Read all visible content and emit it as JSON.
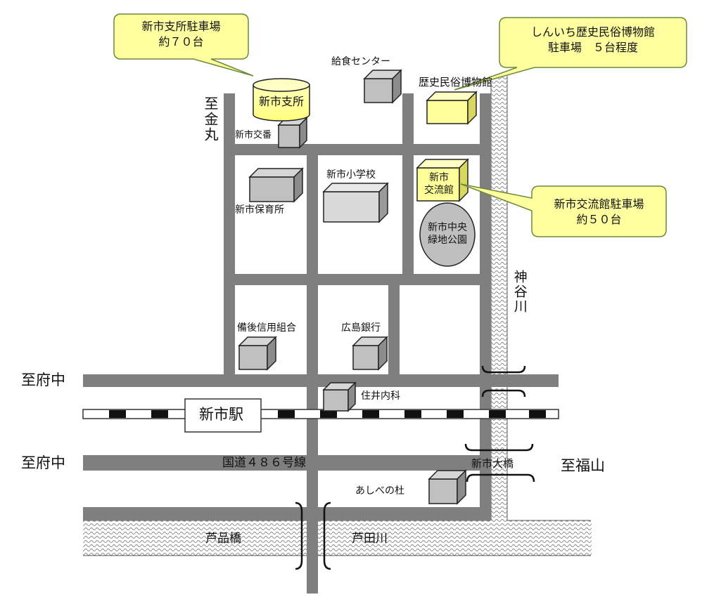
{
  "labels": {
    "to_kanemaru": "至金丸",
    "to_fuchu_top": "至府中",
    "to_fuchu_bottom": "至府中",
    "to_fukuyama": "至福山",
    "kanna_river": "神谷川",
    "route_486": "国道４８６号線",
    "shinichi_station": "新市駅",
    "shinichi_ohashi": "新市大橋",
    "ashina_bridge": "芦品橋",
    "ashida_river": "芦田川",
    "branch_office": "新市支所",
    "police_box": "新市交番",
    "school_lunch_center": "給食センター",
    "history_museum": "歴史民俗博物館",
    "elementary_school": "新市小学校",
    "nursery_school": "新市保育所",
    "exchange_hall": "新市\n交流館",
    "central_park": "新市中央\n緑地公園",
    "bingo_credit_union": "備後信用組合",
    "hiroshima_bank": "広島銀行",
    "sumii_clinic": "住井内科",
    "ashibe_forest": "あしべの杜"
  },
  "callouts": {
    "branch_parking": "新市支所駐車場\n約７０台",
    "museum_parking": "しんいち歴史民俗博物館\n駐車場　５台程度",
    "exchange_parking": "新市交流館駐車場\n約５０台"
  },
  "colors": {
    "road": "#7f7f7f",
    "building_gray": "#c0c0c0",
    "building_yellow": "#ffff99",
    "callout_fill": "#ffffa0",
    "park_fill": "#bfbfbf"
  }
}
